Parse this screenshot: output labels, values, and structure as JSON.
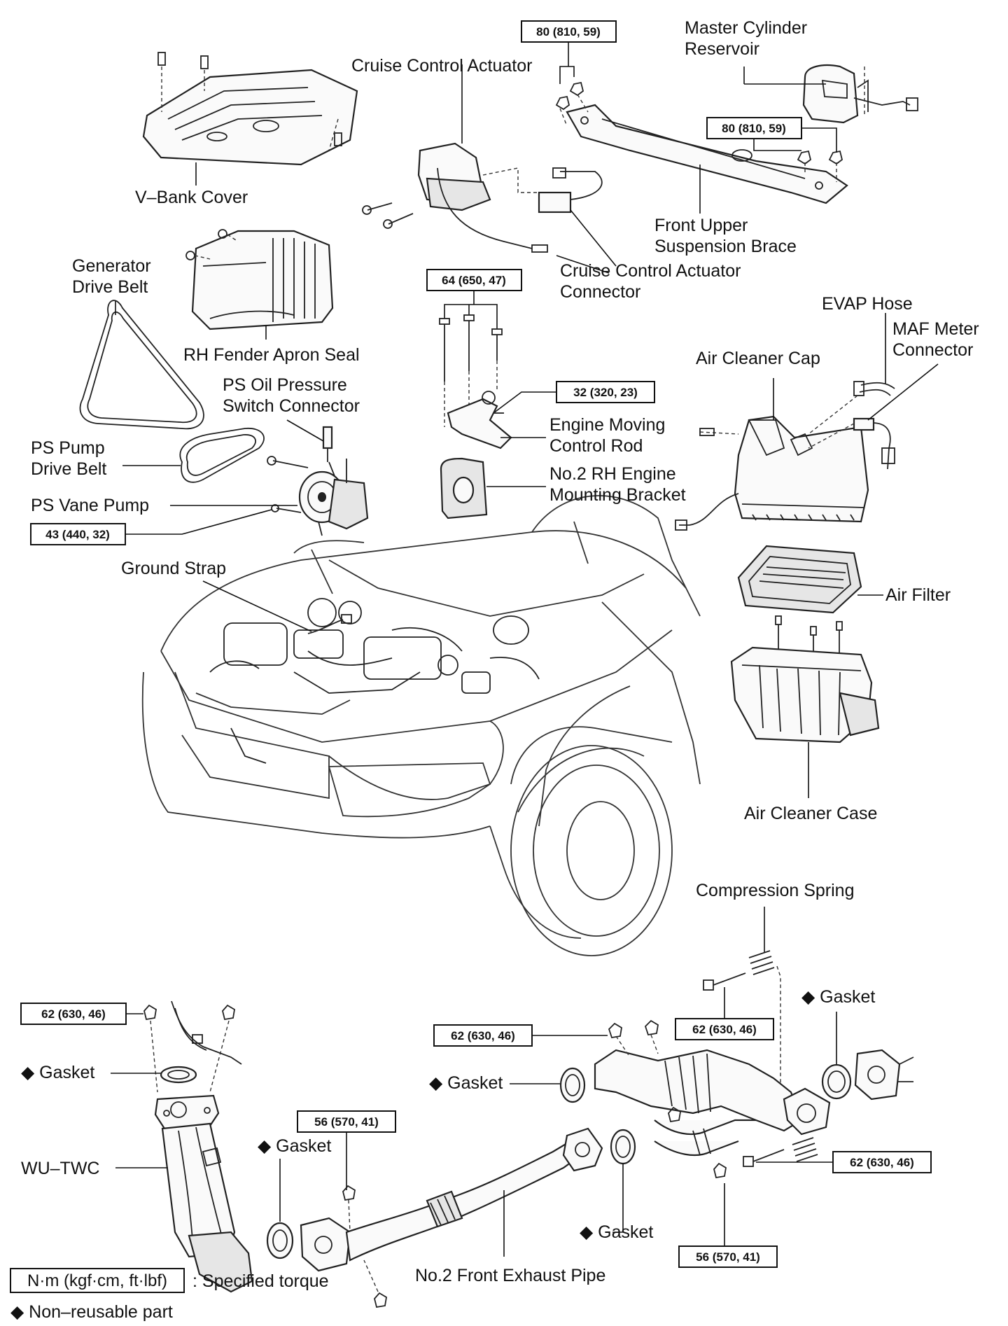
{
  "labels": {
    "v_bank_cover": "V–Bank Cover",
    "cruise_actuator": "Cruise Control Actuator",
    "master_cyl_1": "Master Cylinder",
    "master_cyl_2": "Reservoir",
    "front_brace_1": "Front Upper",
    "front_brace_2": "Suspension Brace",
    "cruise_conn_1": "Cruise Control Actuator",
    "cruise_conn_2": "Connector",
    "gen_belt_1": "Generator",
    "gen_belt_2": "Drive Belt",
    "rh_fender": "RH Fender Apron Seal",
    "ps_switch_1": "PS Oil Pressure",
    "ps_switch_2": "Switch Connector",
    "ps_belt_1": "PS Pump",
    "ps_belt_2": "Drive Belt",
    "ps_vane": "PS Vane Pump",
    "engine_rod_1": "Engine Moving",
    "engine_rod_2": "Control Rod",
    "mount_bracket_1": "No.2 RH Engine",
    "mount_bracket_2": "Mounting Bracket",
    "evap_hose": "EVAP Hose",
    "maf_1": "MAF Meter",
    "maf_2": "Connector",
    "air_cleaner_cap": "Air Cleaner Cap",
    "ground_strap": "Ground Strap",
    "air_filter": "Air Filter",
    "air_cleaner_case": "Air Cleaner Case",
    "compression_spring": "Compression Spring",
    "gasket_upper_right": "◆ Gasket",
    "gasket_left": "◆ Gasket",
    "gasket_mid": "◆ Gasket",
    "gasket_pipe": "◆ Gasket",
    "gasket_bottom": "◆ Gasket",
    "wu_twc": "WU–TWC",
    "front_exhaust_pipe": "No.2 Front Exhaust Pipe"
  },
  "torques": {
    "brace_left": "80 (810, 59)",
    "brace_right": "80 (810, 59)",
    "mount_bolts": "64 (650, 47)",
    "rod_bolt": "32 (320, 23)",
    "ps_pump_bolt": "43 (440, 32)",
    "twc_top_nut": "62 (630, 46)",
    "pipe_mid_nut": "62 (630, 46)",
    "pipe_upper_bolt": "62 (630, 46)",
    "pipe_flange_left": "56 (570, 41)",
    "pipe_flange_right": "56 (570, 41)",
    "pipe_lower_bolt": "62 (630, 46)"
  },
  "legend": {
    "torque_unit": "N·m (kgf·cm, ft·lbf)",
    "torque_desc": ": Specified torque",
    "non_reusable": "◆ Non–reusable part"
  }
}
